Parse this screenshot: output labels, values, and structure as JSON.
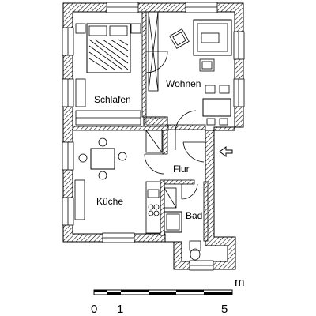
{
  "plan": {
    "rooms": {
      "schlafen": "Schlafen",
      "wohnen": "Wohnen",
      "flur": "Flur",
      "kueche": "Küche",
      "bad": "Bad"
    },
    "scale": {
      "unit": "m",
      "tick_0": "0",
      "tick_1": "1",
      "tick_5": "5"
    },
    "entrance_marker": "arrow-entrance-icon"
  }
}
